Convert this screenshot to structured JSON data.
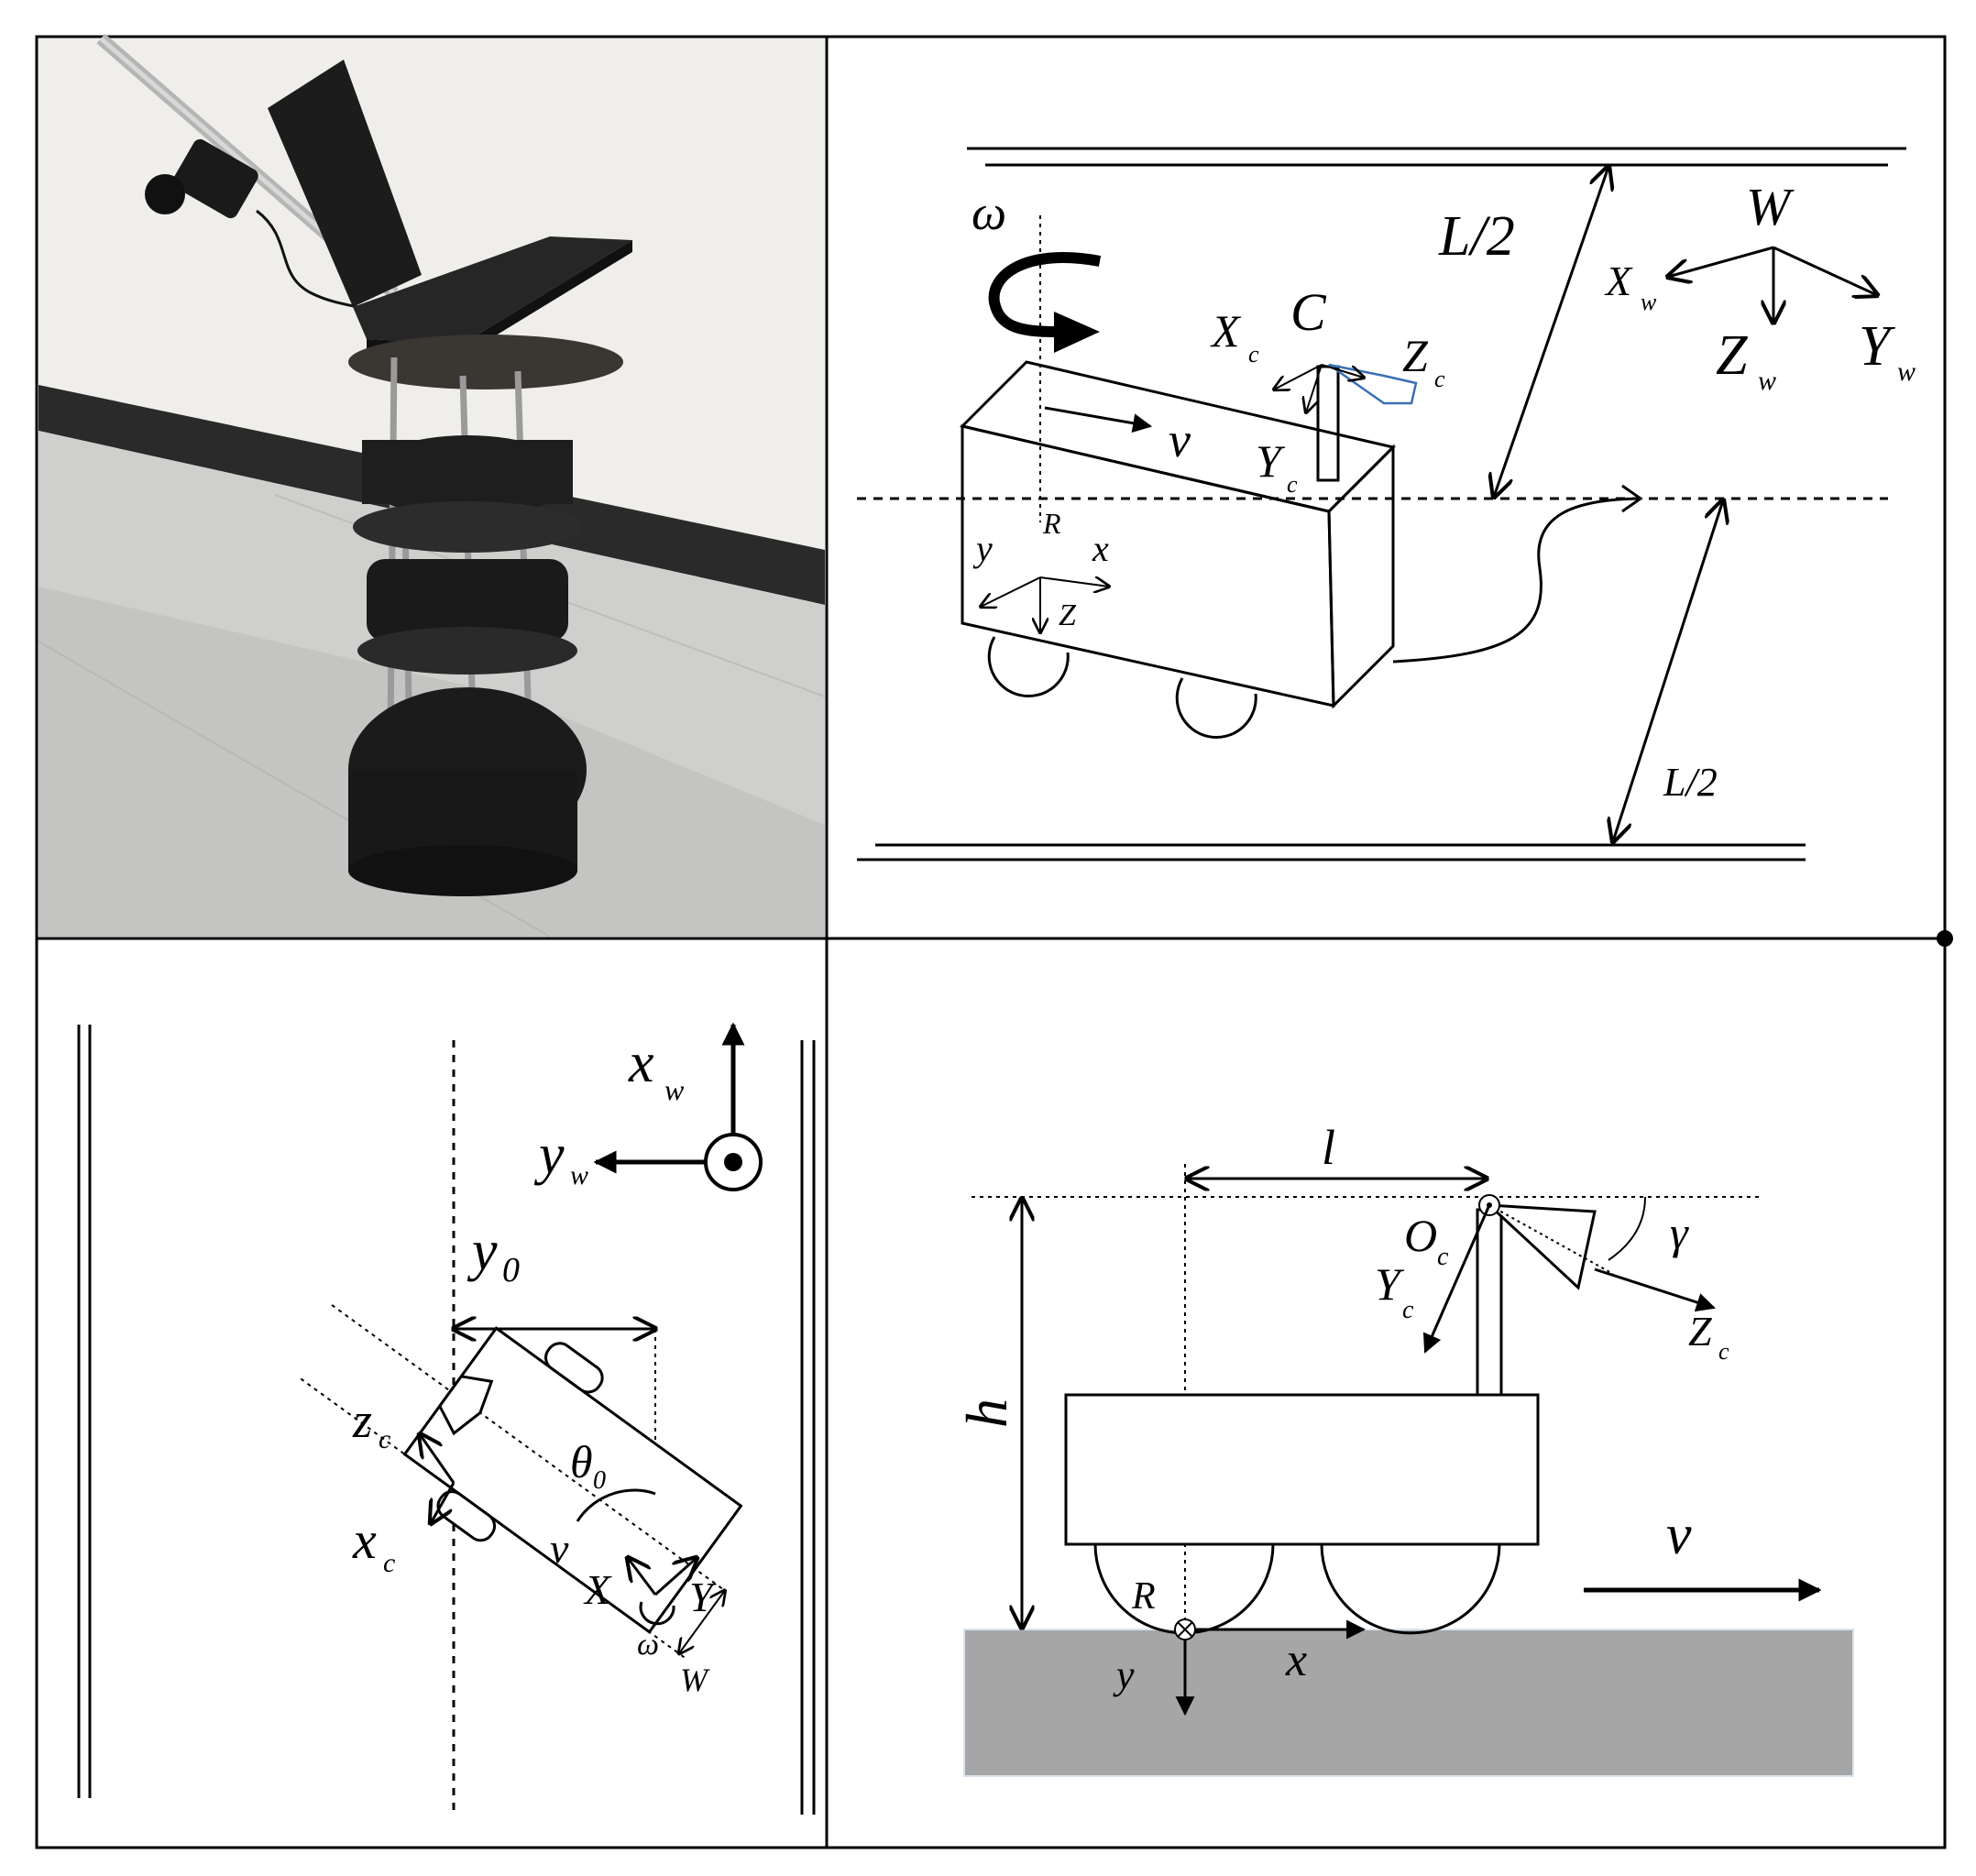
{
  "panel_top_right": {
    "omega": "ω",
    "v": "v",
    "C": "C",
    "Xc": "X",
    "Xc_sub": "c",
    "Zc": "Z",
    "Zc_sub": "c",
    "Yc": "Y",
    "Yc_sub": "c",
    "R": "R",
    "y": "y",
    "x": "x",
    "Z": "Z",
    "L_half_1": "L/2",
    "L_half_2": "L/2",
    "W": "W",
    "Xw": "X",
    "Xw_sub": "w",
    "Zw": "Z",
    "Zw_sub": "w",
    "Yw": "Y",
    "Yw_sub": "w"
  },
  "panel_bottom_left": {
    "xw": "x",
    "xw_sub": "w",
    "yw": "y",
    "yw_sub": "w",
    "y0": "y",
    "y0_sub": "0",
    "zc": "z",
    "zc_sub": "c",
    "xc": "x",
    "xc_sub": "c",
    "theta0": "θ",
    "theta0_sub": "0",
    "v": "v",
    "X": "X",
    "Y": "Y",
    "omega": "ω",
    "W": "W"
  },
  "panel_bottom_right": {
    "l": "l",
    "Oc": "O",
    "Oc_sub": "c",
    "Yc": "Y",
    "Yc_sub": "c",
    "gamma": "γ",
    "Zc": "Z",
    "Zc_sub": "c",
    "h": "h",
    "R": "R",
    "v": "v",
    "x": "x",
    "y": "y"
  }
}
